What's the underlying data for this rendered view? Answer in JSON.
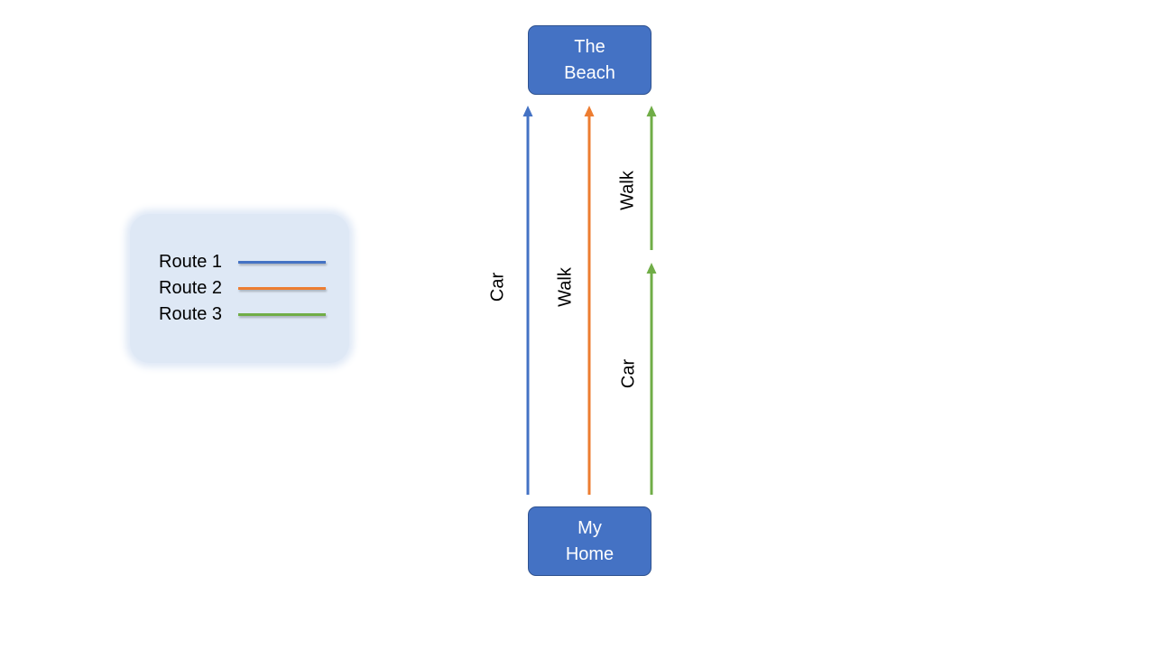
{
  "nodes": {
    "destination": {
      "line1": "The",
      "line2": "Beach"
    },
    "origin": {
      "line1": "My",
      "line2": "Home"
    }
  },
  "legend": {
    "items": [
      {
        "label": "Route 1",
        "color": "#4472c4"
      },
      {
        "label": "Route 2",
        "color": "#ed7d31"
      },
      {
        "label": "Route 3",
        "color": "#70ad47"
      }
    ]
  },
  "routes": [
    {
      "color": "#4472c4",
      "segments": [
        {
          "mode": "Car"
        }
      ]
    },
    {
      "color": "#ed7d31",
      "segments": [
        {
          "mode": "Walk"
        }
      ]
    },
    {
      "color": "#70ad47",
      "segments": [
        {
          "mode": "Car"
        },
        {
          "mode": "Walk"
        }
      ]
    }
  ],
  "colors": {
    "node_fill": "#4472c4",
    "node_border": "#2f528f",
    "legend_bg": "#dee8f5"
  }
}
